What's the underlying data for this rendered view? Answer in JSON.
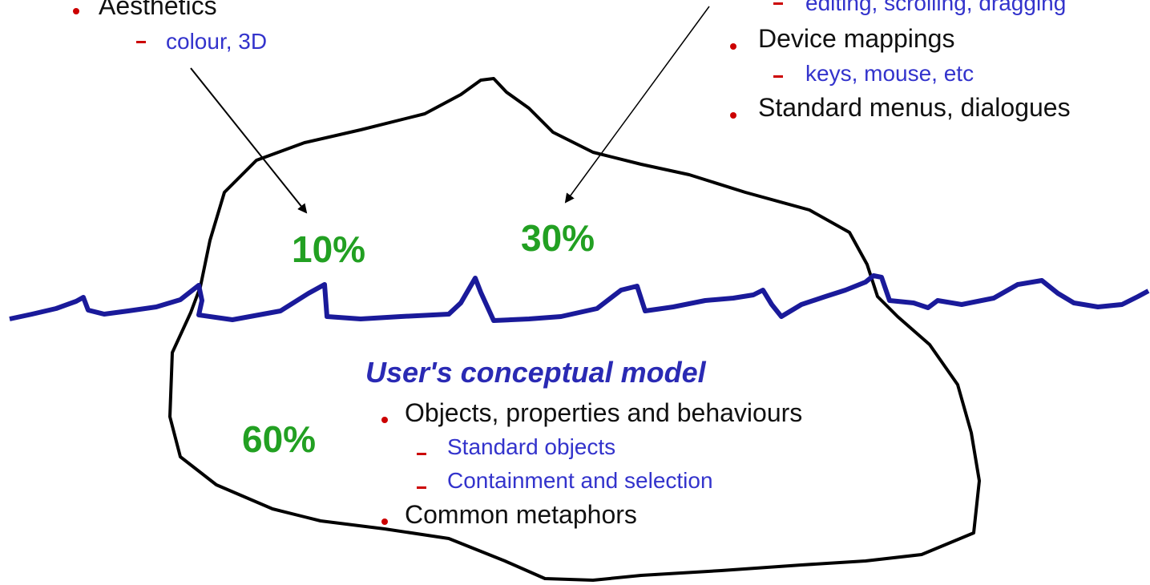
{
  "colors": {
    "bullet": "#cc0000",
    "main_text": "#111111",
    "sub_text": "#3333cc",
    "percent": "#22a022",
    "water": "#1a1a9a",
    "outline": "#000000",
    "heading": "#2a2ab4"
  },
  "top_left": {
    "item": "Aesthetics",
    "sub": "colour, 3D"
  },
  "top_right": {
    "sub_top": "editing, scrolling, dragging",
    "item1": "Device mappings",
    "sub1": "keys, mouse, etc",
    "item2": "Standard menus, dialogues"
  },
  "percentages": {
    "p10": "10%",
    "p30": "30%",
    "p60": "60%"
  },
  "model": {
    "title": "User's conceptual model",
    "item1": "Objects, properties and behaviours",
    "sub1": "Standard objects",
    "sub2": "Containment and selection",
    "item2": "Common metaphors"
  }
}
